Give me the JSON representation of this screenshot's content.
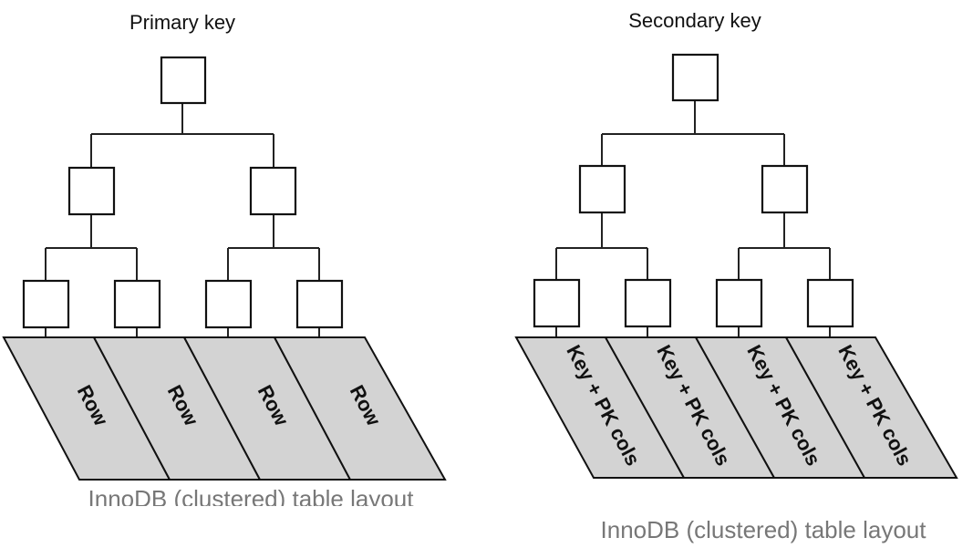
{
  "panels": [
    {
      "title": "Primary key",
      "leaf_labels": [
        "Row",
        "Row",
        "Row",
        "Row"
      ],
      "caption": "InnoDB (clustered) table layout"
    },
    {
      "title": "Secondary key",
      "leaf_labels": [
        "Key + PK cols",
        "Key + PK cols",
        "Key + PK cols",
        "Key + PK cols"
      ],
      "caption": "InnoDB (clustered) table layout"
    }
  ],
  "colors": {
    "leaf_fill": "#d3d3d3",
    "caption": "#777777",
    "stroke": "#111111"
  }
}
